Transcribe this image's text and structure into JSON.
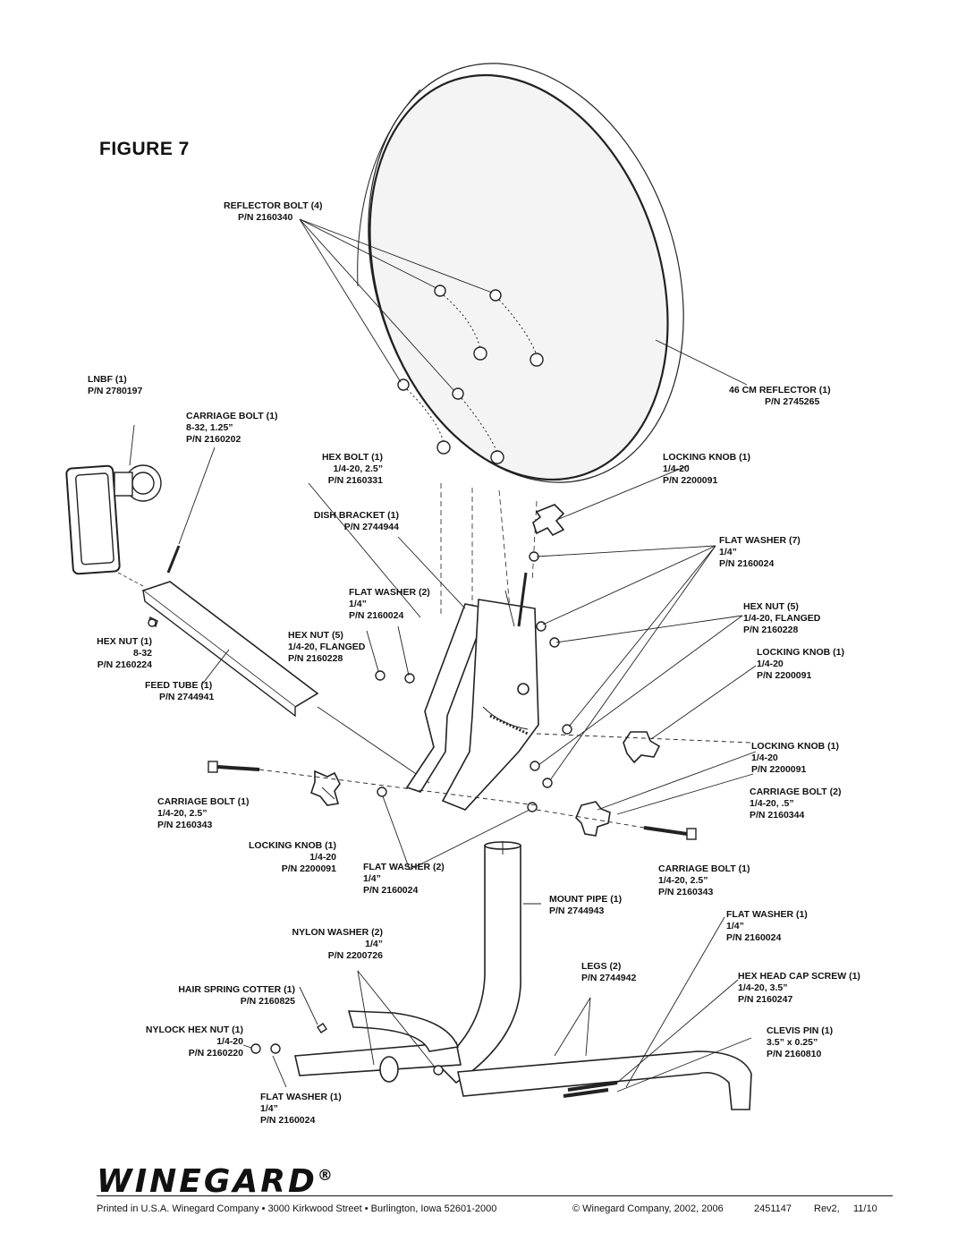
{
  "figure_title": "FIGURE 7",
  "labels": {
    "reflector_bolt": [
      "REFLECTOR BOLT (4)",
      "P/N 2160340"
    ],
    "lnbf": [
      "LNBF (1)",
      "P/N 2780197"
    ],
    "carriage_bolt_832": [
      "CARRIAGE BOLT (1)",
      "8-32, 1.25”",
      "P/N 2160202"
    ],
    "hex_bolt": [
      "HEX BOLT (1)",
      "1/4-20, 2.5”",
      "P/N 2160331"
    ],
    "dish_bracket": [
      "DISH BRACKET (1)",
      "P/N 2744944"
    ],
    "reflector_46cm": [
      "46 CM REFLECTOR (1)",
      "P/N 2745265"
    ],
    "locking_knob_top": [
      "LOCKING KNOB  (1)",
      "1/4-20",
      "P/N 2200091"
    ],
    "flat_washer_7": [
      "FLAT WASHER (7)",
      "1/4”",
      "P/N 2160024"
    ],
    "flat_washer_2_upper": [
      "FLAT WASHER (2)",
      "1/4”",
      "P/N 2160024"
    ],
    "hex_nut_5_right": [
      "HEX NUT (5)",
      "1/4-20, FLANGED",
      "P/N 2160228"
    ],
    "hex_nut_5_left": [
      "HEX NUT (5)",
      "1/4-20, FLANGED",
      "P/N 2160228"
    ],
    "hex_nut_832": [
      "HEX NUT (1)",
      "8-32",
      "P/N 2160224"
    ],
    "locking_knob_right1": [
      "LOCKING KNOB (1)",
      "1/4-20",
      "P/N 2200091"
    ],
    "feed_tube": [
      "FEED TUBE (1)",
      "P/N 2744941"
    ],
    "locking_knob_right2": [
      "LOCKING KNOB (1)",
      "1/4-20",
      "P/N 2200091"
    ],
    "carriage_bolt_2": [
      "CARRIAGE BOLT (2)",
      "1/4-20, .5”",
      "P/N 2160344"
    ],
    "carriage_bolt_left": [
      "CARRIAGE BOLT (1)",
      "1/4-20, 2.5”",
      "P/N 2160343"
    ],
    "locking_knob_left": [
      "LOCKING KNOB (1)",
      "1/4-20",
      "P/N 2200091"
    ],
    "flat_washer_2_lower": [
      "FLAT WASHER (2)",
      "1/4”",
      "P/N 2160024"
    ],
    "carriage_bolt_right": [
      "CARRIAGE BOLT (1)",
      "1/4-20, 2.5”",
      "P/N 2160343"
    ],
    "mount_pipe": [
      "MOUNT PIPE (1)",
      "P/N 2744943"
    ],
    "flat_washer_1_right": [
      "FLAT WASHER (1)",
      "1/4”",
      "P/N 2160024"
    ],
    "nylon_washer": [
      "NYLON WASHER (2)",
      "1/4”",
      "P/N 2200726"
    ],
    "legs": [
      "LEGS (2)",
      "P/N 2744942"
    ],
    "hex_head_cap_screw": [
      "HEX HEAD CAP SCREW (1)",
      "1/4-20, 3.5”",
      "P/N 2160247"
    ],
    "hair_spring_cotter": [
      "HAIR SPRING COTTER (1)",
      "P/N 2160825"
    ],
    "nylock_hex_nut": [
      "NYLOCK HEX NUT (1)",
      "1/4-20",
      "P/N 2160220"
    ],
    "clevis_pin": [
      "CLEVIS PIN (1)",
      "3.5” x 0.25”",
      "P/N 2160810"
    ],
    "flat_washer_1_bottom": [
      "FLAT WASHER (1)",
      "1/4”",
      "P/N 2160024"
    ]
  },
  "logo": {
    "text": "WINEGARD",
    "mark": "®"
  },
  "footer": {
    "left": "Printed in U.S.A.  Winegard Company • 3000 Kirkwood Street • Burlington, Iowa 52601-2000",
    "copyright": "© Winegard Company, 2002, 2006",
    "part_no": "2451147",
    "rev": "Rev2,",
    "date": "11/10"
  }
}
